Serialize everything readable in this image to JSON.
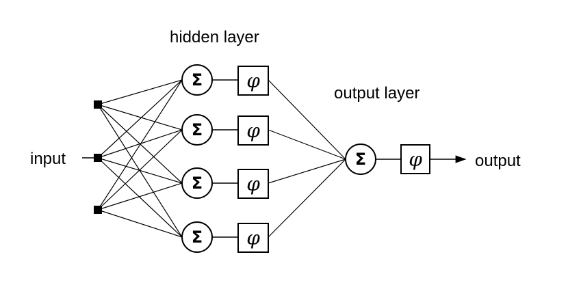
{
  "labels": {
    "hidden_layer": "hidden layer",
    "output_layer": "output layer",
    "input": "input",
    "output": "output"
  },
  "symbols": {
    "sum": "Σ",
    "activation": "φ"
  },
  "structure": {
    "input_nodes": 3,
    "hidden_nodes": 4,
    "output_nodes": 1
  }
}
